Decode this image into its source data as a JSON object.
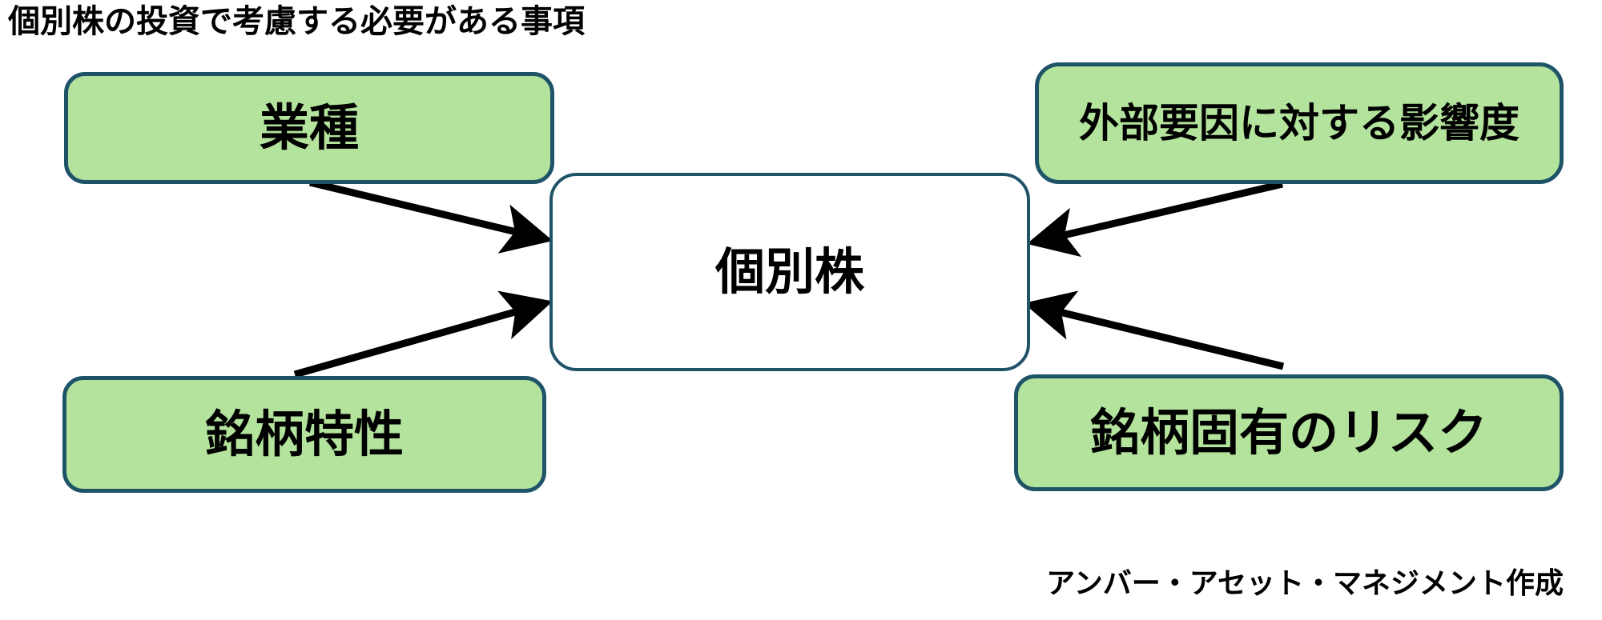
{
  "page": {
    "title": "個別株の投資で考慮する必要がある事項",
    "background_color": "#FFFFFF"
  },
  "theme": {
    "node_fill_green": "#B3E39C",
    "node_fill_white": "#FFFFFF",
    "node_border": "#1F5468",
    "arrow_color": "#000000",
    "text_color": "#000000"
  },
  "diagram": {
    "type": "hub-and-spoke",
    "center": {
      "id": "kobetsu-kabu",
      "label": "個別株",
      "fill": "#FFFFFF"
    },
    "nodes": [
      {
        "id": "gyoushu",
        "label": "業種",
        "position": "top-left",
        "fill": "#B3E39C"
      },
      {
        "id": "gaibu-youin",
        "label": "外部要因に対する影響度",
        "position": "top-right",
        "fill": "#B3E39C"
      },
      {
        "id": "meigara-tokusei",
        "label": "銘柄特性",
        "position": "bottom-left",
        "fill": "#B3E39C"
      },
      {
        "id": "meigara-koyuu-risk",
        "label": "銘柄固有のリスク",
        "position": "bottom-right",
        "fill": "#B3E39C"
      }
    ],
    "arrows": [
      {
        "id": "arrow-gyoushu-to-center",
        "from": "gyoushu",
        "to": "kobetsu-kabu",
        "direction": "to-center"
      },
      {
        "id": "arrow-meigara-tokusei-to-center",
        "from": "meigara-tokusei",
        "to": "kobetsu-kabu",
        "direction": "to-center"
      },
      {
        "id": "arrow-gaibu-to-center",
        "from": "gaibu-youin",
        "to": "kobetsu-kabu",
        "direction": "to-center"
      },
      {
        "id": "arrow-risk-to-center",
        "from": "meigara-koyuu-risk",
        "to": "kobetsu-kabu",
        "direction": "to-center"
      }
    ]
  },
  "footer": {
    "credit": "アンバー・アセット・マネジメント作成"
  }
}
